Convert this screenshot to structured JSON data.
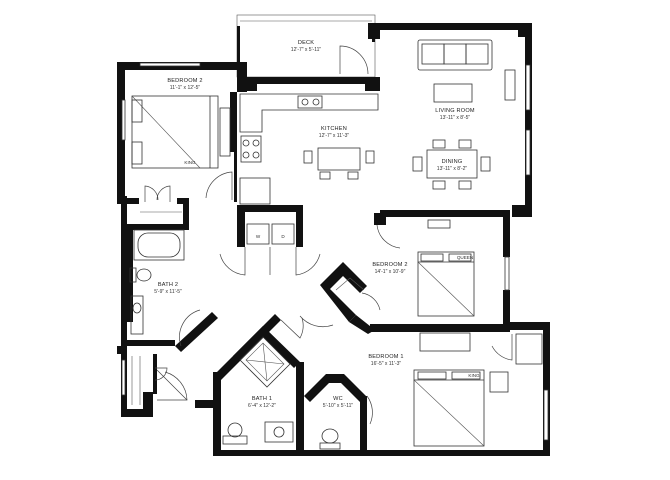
{
  "rooms": {
    "deck": {
      "name": "DECK",
      "size": "12'-7\" x 5'-11\""
    },
    "living": {
      "name": "LIVING ROOM",
      "size": "13'-11\" x 8'-5\""
    },
    "kitchen": {
      "name": "KITCHEN",
      "size": "12'-7\" x 11'-3\""
    },
    "dining": {
      "name": "DINING",
      "size": "13'-11\" x 8'-2\""
    },
    "bedroom2_left": {
      "name": "BEDROOM 2",
      "size": "11'-1\" x 12'-5\""
    },
    "bedroom2_right": {
      "name": "BEDROOM 2",
      "size": "14'-1\" x 10'-9\""
    },
    "bath2": {
      "name": "BATH 2",
      "size": "5'-9\" x 11'-5\""
    },
    "bath1": {
      "name": "BATH 1",
      "size": "6'-4\" x 12'-2\""
    },
    "wc": {
      "name": "WC",
      "size": "5'-10\" x 5'-11\""
    },
    "bedroom1": {
      "name": "BEDROOM 1",
      "size": "16'-5\" x 11'-3\""
    }
  },
  "beds": {
    "king_left": "KING",
    "queen": "QUEEN",
    "king_right": "KING"
  },
  "laundry": {
    "washer": "W",
    "dryer": "D"
  }
}
